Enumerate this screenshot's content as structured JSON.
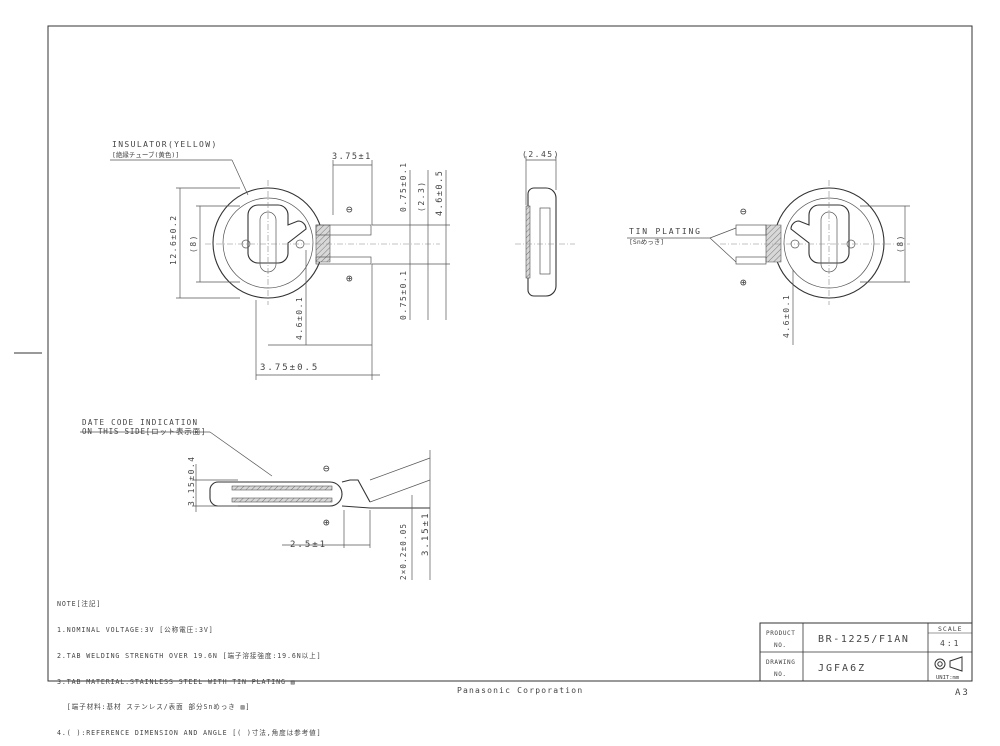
{
  "labels": {
    "insulator_en": "INSULATOR(YELLOW)",
    "insulator_jp": "[絶縁チューブ(黄色)]",
    "dim_375_tol01": "3.75±1",
    "dim_126": "12.6±0.2",
    "dim_8_left": "(8)",
    "dim_075_top": "0.75±0.1",
    "dim_23": "(2.3)",
    "dim_46_05": "4.6±0.5",
    "dim_075_bot": "0.75±0.1",
    "dim_46_left": "4.6±0.1",
    "dim_375_05": "3.75±0.5",
    "dim_245": "(2.45)",
    "tin_plating_en": "TIN PLATING",
    "tin_plating_jp": "[Snめっき]",
    "dim_8_right": "(8)",
    "dim_46_right": "4.6±0.1",
    "date_code_1": "DATE CODE INDICATION",
    "date_code_2": "ON THIS SIDE[ロット表示面]",
    "dim_315_04": "3.15±0.4",
    "dim_25": "2.5±1",
    "dim_2x02": "2×0.2±0.05",
    "dim_315_1": "3.15±1",
    "minus": "⊖",
    "plus": "⊕"
  },
  "notes": [
    "NOTE[注記]",
    "1.NOMINAL VOLTAGE:3V [公称電圧:3V]",
    "2.TAB WELDING STRENGTH OVER 19.6N [端子溶接強度:19.6N以上]",
    "3.TAB MATERIAL:STAINLESS STEEL WITH TIN PLATING ▨",
    "  [端子材料:基材 ステンレス/表面 部分Snめっき ▨]",
    "4.( ):REFERENCE DIMENSION AND ANGLE [( )寸法,角度は参考値]"
  ],
  "title_block": {
    "product_label": "PRODUCT NO.",
    "product_value": "BR-1225/F1AN",
    "drawing_label": "DRAWING NO.",
    "drawing_value": "JGFA6Z",
    "scale_label": "SCALE",
    "scale_value": "4:1",
    "unit_label": "UNIT:mm"
  },
  "footer": {
    "company": "Panasonic Corporation",
    "sheet_size": "A3"
  }
}
